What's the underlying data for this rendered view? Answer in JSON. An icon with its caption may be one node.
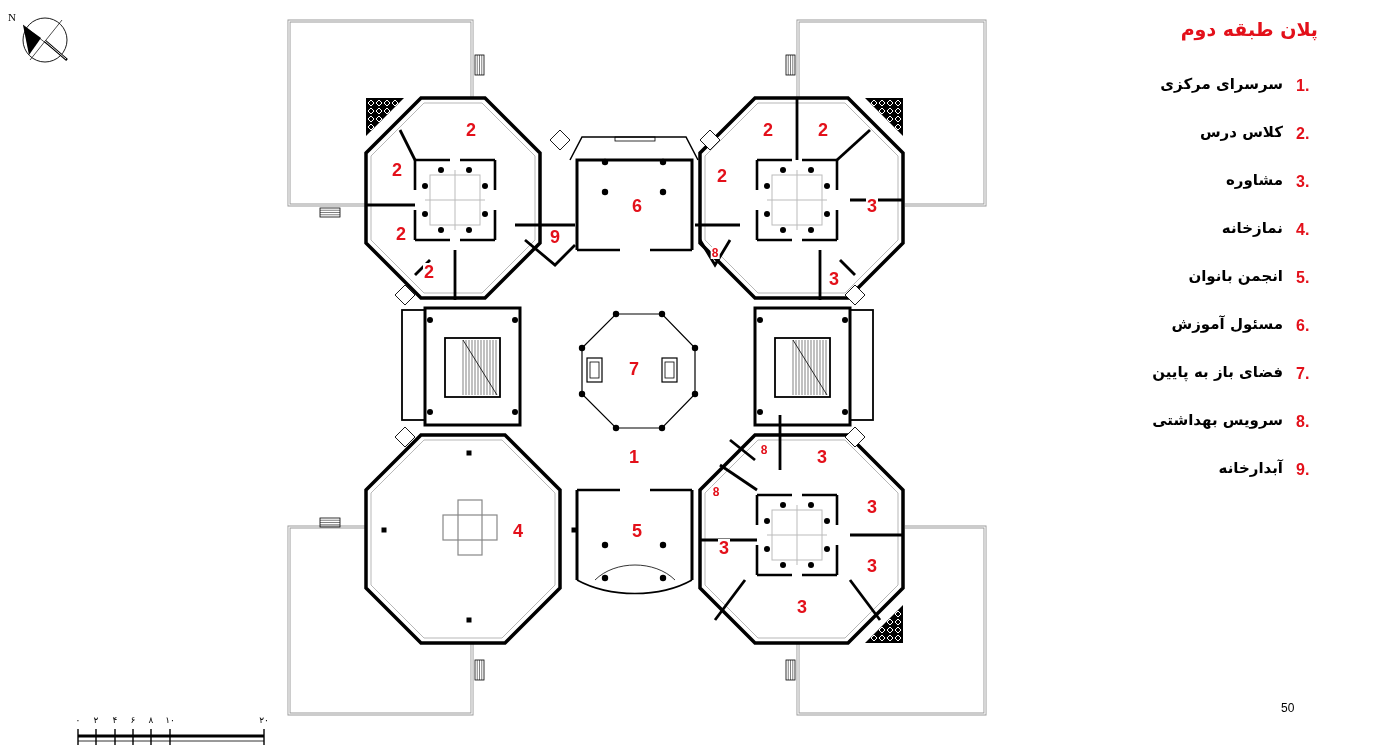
{
  "diagram": {
    "title": "پلان طبقه دوم",
    "labels": [
      "N",
      "2",
      "2",
      "2",
      "2",
      "2",
      "6",
      "3",
      "2",
      "9",
      "8",
      "2",
      "3",
      "7",
      "8",
      "1",
      "3",
      "8",
      "3",
      "4",
      "5",
      "3",
      "3",
      "3",
      "1.",
      "سرسرای مرکزی",
      "2.",
      "کلاس درس",
      "3.",
      "مشاوره",
      "4.",
      "نمازخانه",
      "5.",
      "انجمن بانوان",
      "6.",
      "مسئول آموزش",
      "7.",
      "فضای باز به پایین",
      "8.",
      "سرویس بهداشتی",
      "9.",
      "آبدارخانه",
      "50",
      "۰",
      "۲",
      "۴",
      "۶",
      "۸",
      "۱۰",
      "۲۰"
    ]
  }
}
